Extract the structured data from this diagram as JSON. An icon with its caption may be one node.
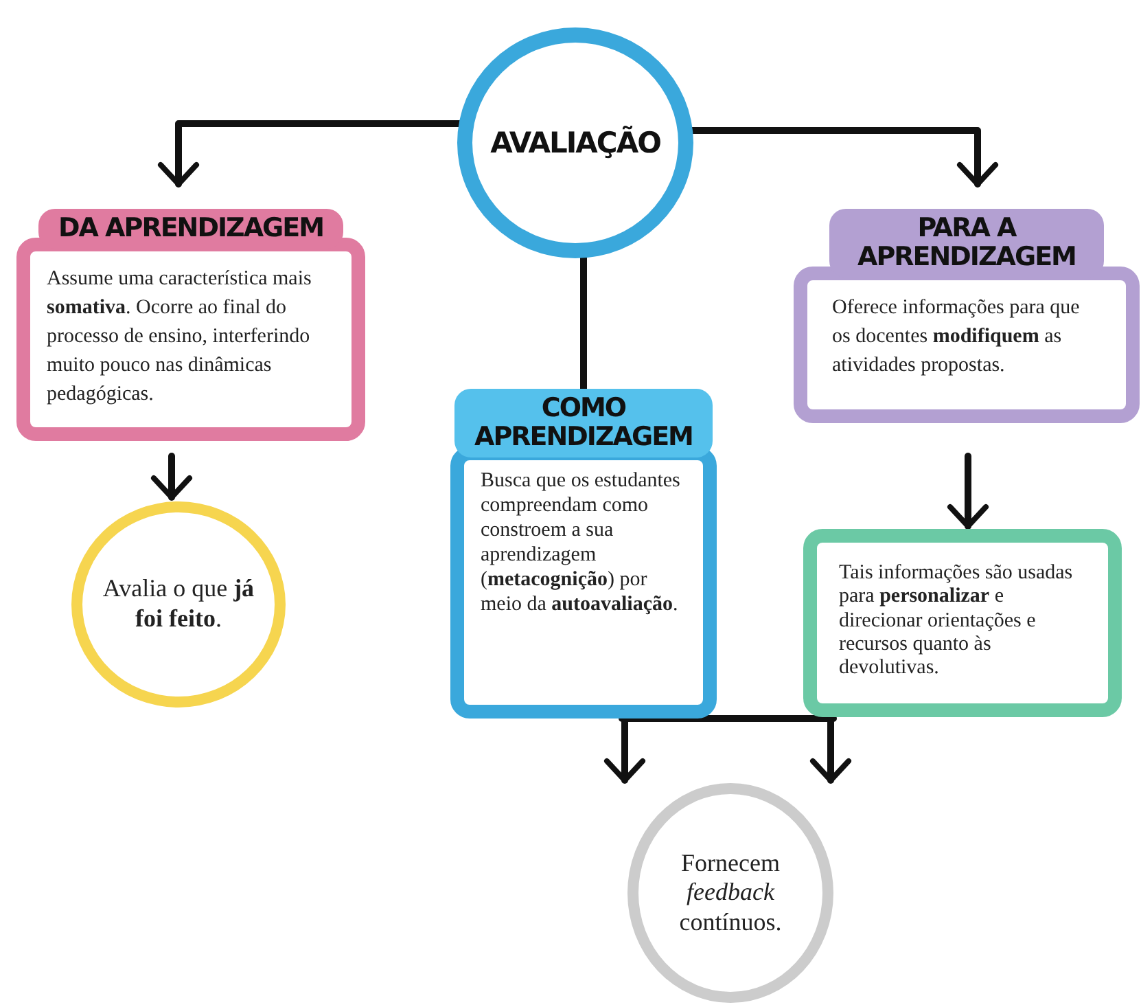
{
  "diagram": {
    "nodes": [
      {
        "text": [
          "AVALIAÇÃO"
        ]
      },
      {
        "text": [
          "DA APRENDIZAGEM",
          "Assume uma característica mais **somativa**. Ocorre ao final do processo de ensino, interferindo muito pouco nas dinâmicas pedagógicas."
        ]
      },
      {
        "text": [
          "Avalia o que **já foi feito**."
        ]
      },
      {
        "text": [
          "COMO APRENDIZAGEM",
          "Busca que os estudantes compreendam como  constroem a sua aprendizagem (**metacognição**) por meio da **autoavaliação**."
        ]
      },
      {
        "text": [
          "PARA A APRENDIZAGEM",
          "Oferece informações para  que os docentes **modifiquem** as atividades propostas."
        ]
      },
      {
        "text": [
          "Tais informações são usadas para **personalizar** e direcionar orientações e recursos quanto às devolutivas."
        ]
      },
      {
        "text": [
          "Fornecem *feedback* contínuos."
        ]
      }
    ],
    "edges": [
      {
        "from": 0,
        "to": 1,
        "arrow": "to"
      },
      {
        "from": 0,
        "to": 3,
        "arrow": "none"
      },
      {
        "from": 0,
        "to": 4,
        "arrow": "to"
      },
      {
        "from": 1,
        "to": 2,
        "arrow": "to"
      },
      {
        "from": 4,
        "to": 5,
        "arrow": "to"
      },
      {
        "from": 3,
        "to": 6,
        "arrow": "to"
      },
      {
        "from": 5,
        "to": 6,
        "arrow": "to"
      }
    ]
  }
}
